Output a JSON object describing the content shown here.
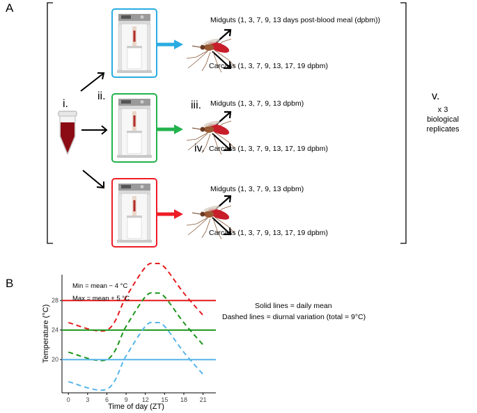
{
  "panelA": {
    "letter": "A",
    "steps": {
      "i": "i.",
      "ii": "ii.",
      "iii": "iii.",
      "iv": "iv.",
      "v": "v."
    },
    "replicates": {
      "line1": "x 3",
      "line2": "biological",
      "line3": "replicates"
    },
    "rows": [
      {
        "color": "#29abe2",
        "midguts": "Midguts (1, 3, 7, 9, 13 days post-blood meal (dpbm))",
        "carcass": "Carcass (1, 3, 7, 9, 13, 17, 19 dpbm)"
      },
      {
        "color": "#22b24c",
        "midguts": "Midguts (1, 3, 7, 9, 13 dpbm)",
        "carcass": "Carcass (1, 3, 7, 9, 13, 17, 19 dpbm)"
      },
      {
        "color": "#ee1c25",
        "midguts": "Midguts (1, 3, 7, 9, 13 dpbm)",
        "carcass": "Carcass (1, 3, 7, 9, 13, 17, 19 dpbm)"
      }
    ]
  },
  "panelB": {
    "letter": "B",
    "notes": {
      "min": "Min = mean − 4 °C",
      "max": "Max = mean + 5 °C"
    },
    "legend": {
      "solid": "Solid lines = daily mean",
      "dashed": "Dashed lines = diurnal variation (total = 9°C)"
    }
  },
  "chart_data": {
    "type": "line",
    "xlabel": "Time of day (ZT)",
    "ylabel": "Temperature (°C)",
    "xlim": [
      -1,
      23
    ],
    "ylim": [
      15.5,
      31.5
    ],
    "xticks": [
      0,
      3,
      6,
      9,
      12,
      15,
      18,
      21
    ],
    "yticks": [
      20,
      24,
      28
    ],
    "series": [
      {
        "color": "#e41a1c",
        "style": "solid",
        "x": [
          -1,
          23
        ],
        "y": [
          28,
          28
        ]
      },
      {
        "color": "#e41a1c",
        "style": "dashed",
        "x": [
          0,
          6,
          9,
          12,
          13.5,
          15,
          18,
          21
        ],
        "y": [
          25,
          24,
          28.5,
          32.5,
          33,
          32.5,
          29,
          26
        ]
      },
      {
        "color": "#199419",
        "style": "solid",
        "x": [
          -1,
          23
        ],
        "y": [
          24,
          24
        ]
      },
      {
        "color": "#199419",
        "style": "dashed",
        "x": [
          0,
          6,
          9,
          12,
          13.5,
          15,
          18,
          21
        ],
        "y": [
          21,
          20,
          24.5,
          28.5,
          29,
          28.5,
          25,
          22
        ]
      },
      {
        "color": "#56b4e9",
        "style": "solid",
        "x": [
          -1,
          23
        ],
        "y": [
          20,
          20
        ]
      },
      {
        "color": "#56b4e9",
        "style": "dashed",
        "x": [
          0,
          6,
          9,
          12,
          13.5,
          15,
          18,
          21
        ],
        "y": [
          17,
          16,
          20.5,
          24.5,
          25,
          24.5,
          21,
          18
        ]
      }
    ]
  }
}
